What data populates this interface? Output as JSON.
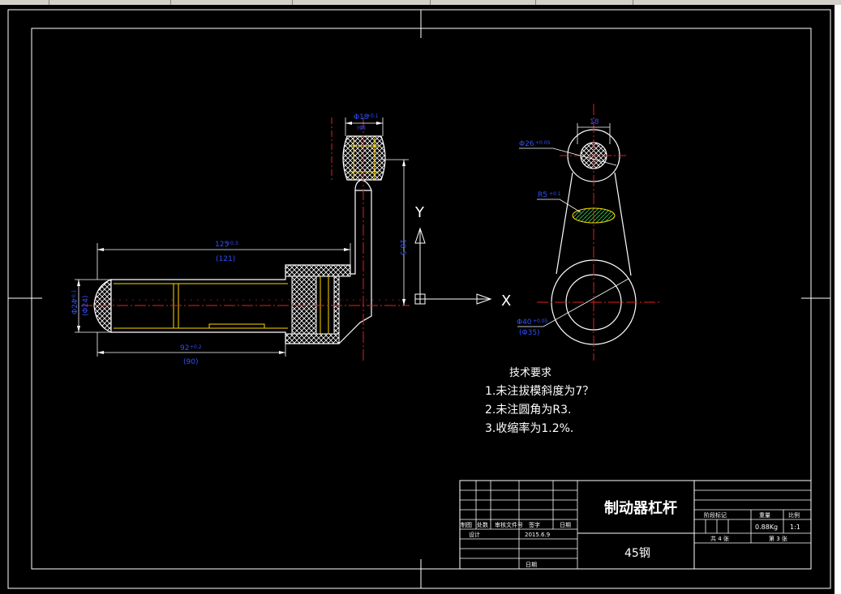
{
  "drawing": {
    "dimensions": {
      "top_dia": "Φ18",
      "top_tol": "+0.1",
      "top_small": "(Φ)",
      "length_main": "125",
      "length_main_tol": "+0.3",
      "length_paren": "(121)",
      "dia_left": "Φ24",
      "dia_left_tol": "+0.1",
      "dia_left_paren": "(Φ24)",
      "len_bottom": "92",
      "len_bottom_tol": "+0.2",
      "len_bottom_paren": "(90)",
      "vertical": "18.5",
      "right_top_w": "18",
      "right_top_dia": "Φ26",
      "right_top_tol": "+0.05",
      "right_mid": "R5",
      "right_mid_tol": "+0.1",
      "right_bottom_dia": "Φ40",
      "right_bottom_tol": "+0.05",
      "right_bottom_paren": "(Φ35)"
    },
    "axis_y": "Y",
    "axis_x": "X"
  },
  "requirements": {
    "title": "技术要求",
    "items": [
      "1.未注拔模斜度为7？",
      "2.未注圆角为R3.",
      "3.收缩率为1.2%."
    ]
  },
  "titleblock": {
    "part_name": "制动器杠杆",
    "material": "45钢",
    "row_labels": [
      "制图",
      "处数",
      "审核文件号",
      "签字",
      "日期"
    ],
    "design": "设计",
    "design_date": "2015.6.9",
    "date": "日期",
    "stage": "阶段标记",
    "weight_label": "重量",
    "scale_label": "比例",
    "weight": "0.88Kg",
    "scale": "1:1",
    "sheets_total": "共 4 张",
    "sheet_no": "第 3 张"
  }
}
